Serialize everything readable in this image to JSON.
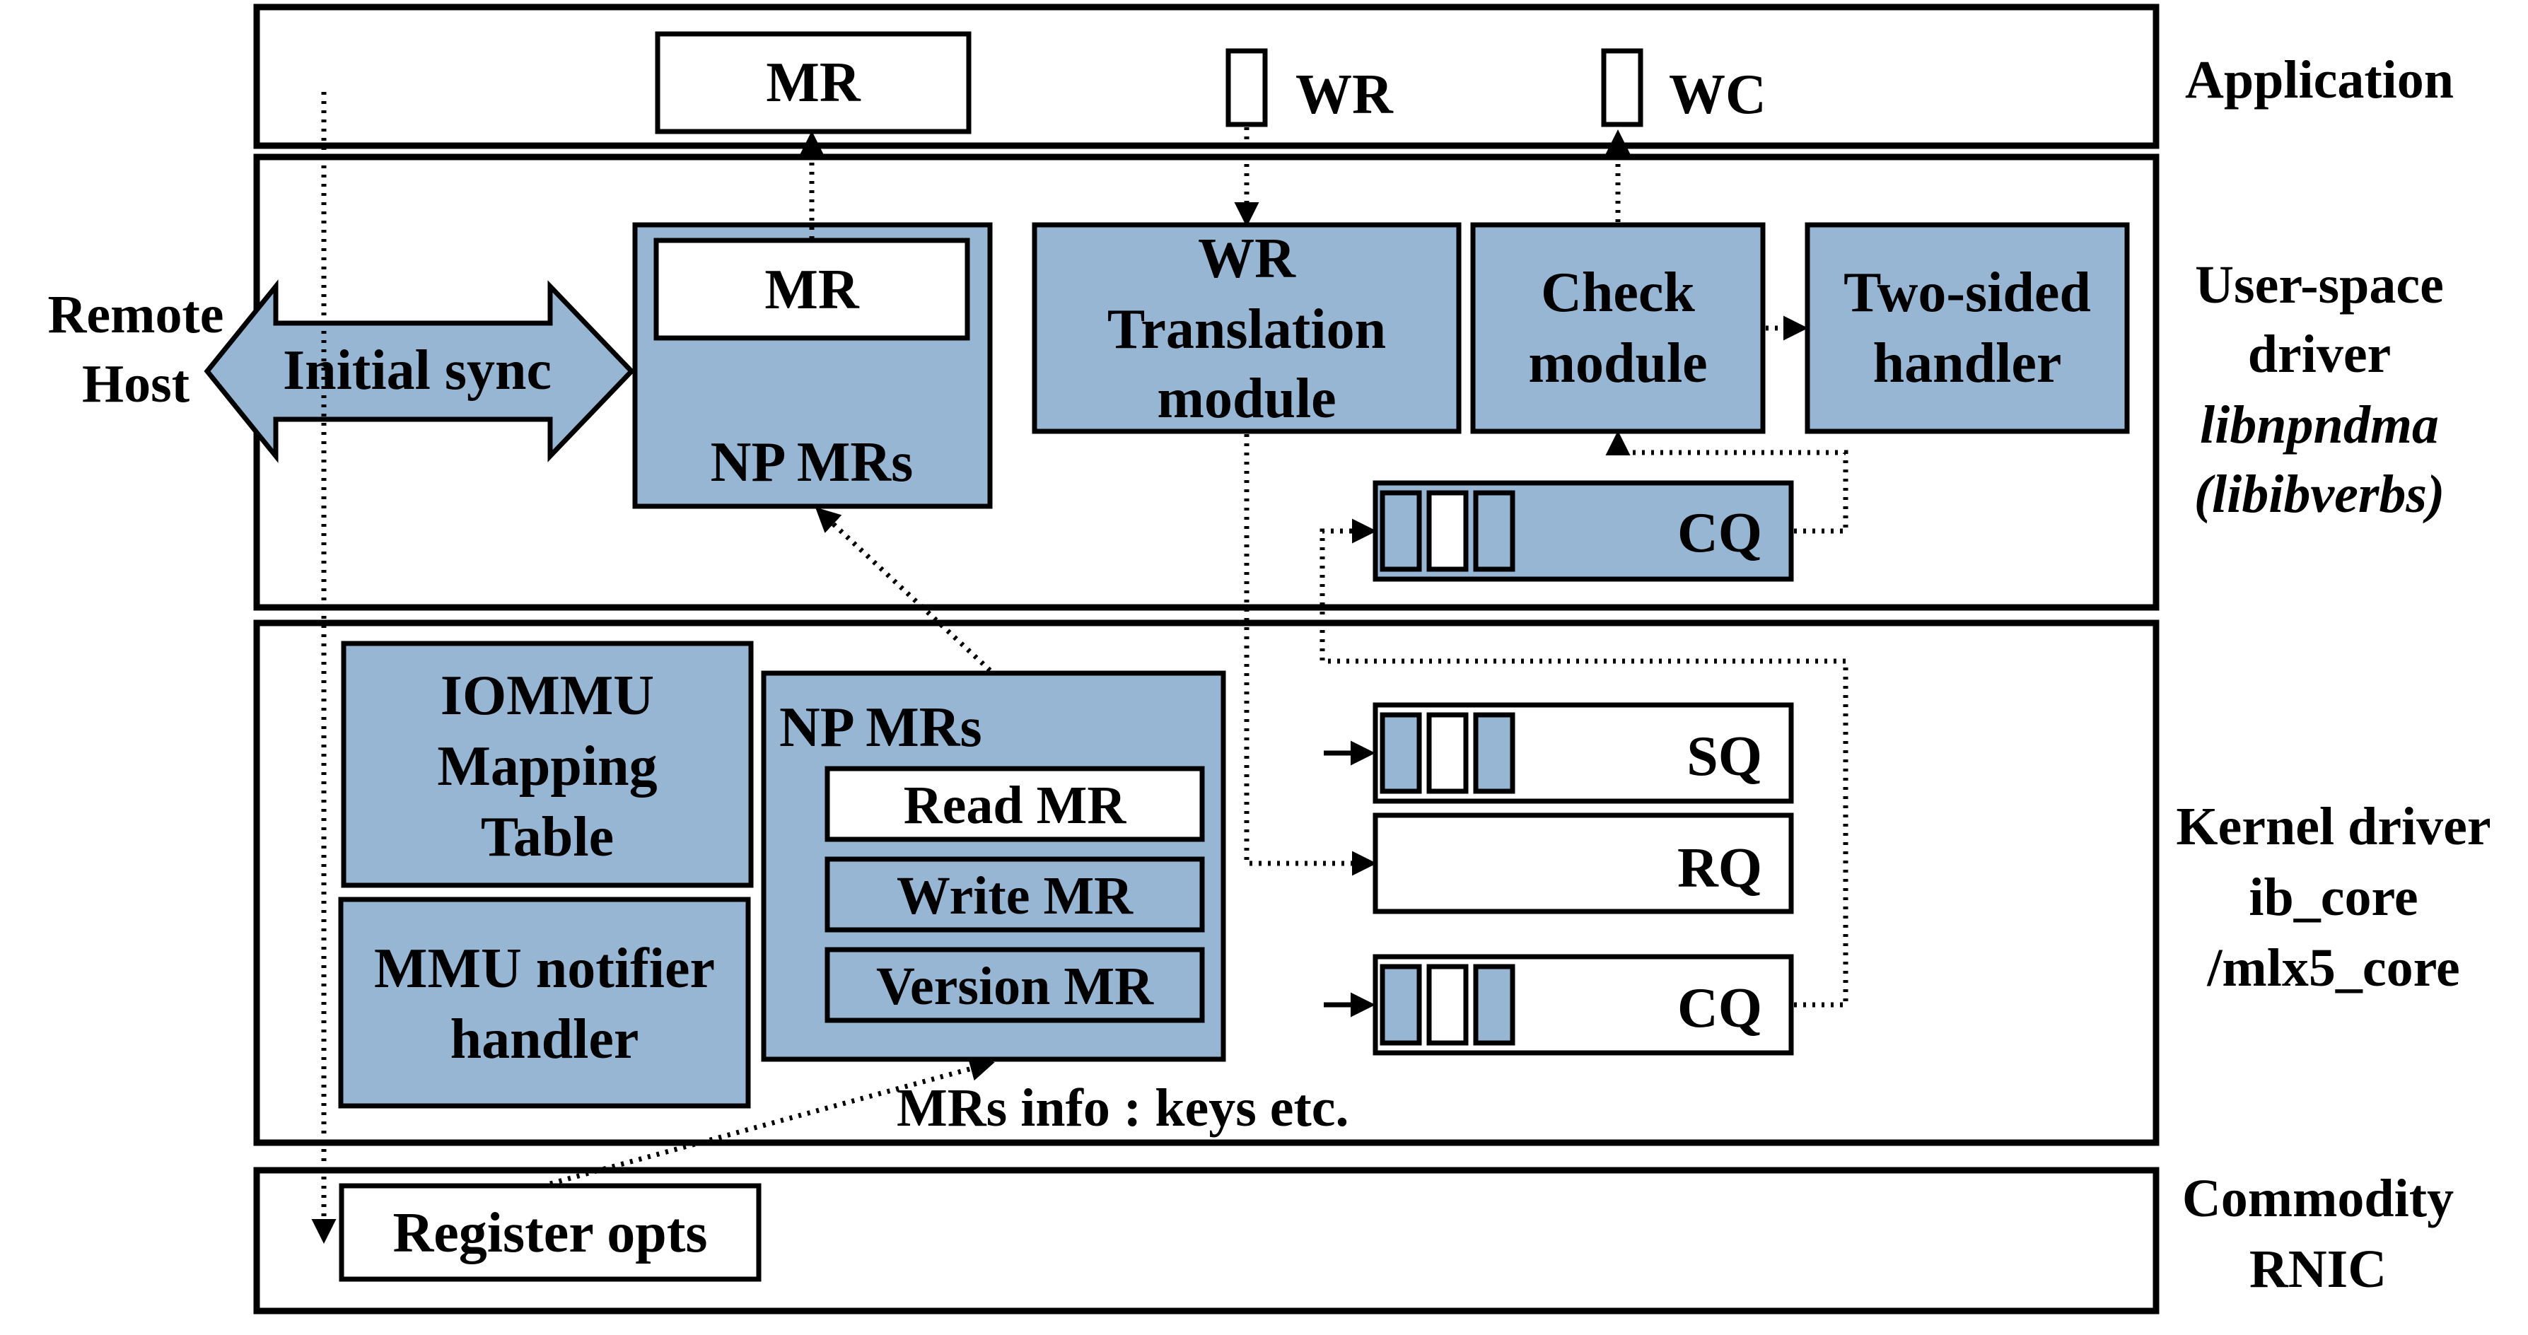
{
  "layers": {
    "application": "Application",
    "user_space": [
      "User-space",
      "driver",
      "libnpndma",
      "(libibverbs)"
    ],
    "kernel": [
      "Kernel driver",
      "ib_core",
      "/mlx5_core"
    ],
    "rnic": [
      "Commodity",
      "RNIC"
    ]
  },
  "application": {
    "mr": "MR",
    "wr": "WR",
    "wc": "WC"
  },
  "remote_host": [
    "Remote",
    "Host"
  ],
  "initial_sync": "Initial sync",
  "user_space": {
    "mr": "MR",
    "np_mrs": "NP MRs",
    "wr_translation": [
      "WR",
      "Translation",
      "module"
    ],
    "check_module": [
      "Check",
      "module"
    ],
    "two_sided_handler": [
      "Two-sided",
      "handler"
    ],
    "cq": "CQ"
  },
  "kernel": {
    "iommu_table": [
      "IOMMU",
      "Mapping",
      "Table"
    ],
    "mmu_notifier": [
      "MMU notifier",
      "handler"
    ],
    "np_mrs": "NP MRs",
    "read_mr": "Read MR",
    "write_mr": "Write MR",
    "version_mr": "Version MR",
    "sq": "SQ",
    "rq": "RQ",
    "cq": "CQ",
    "mrs_info": "MRs info : keys etc."
  },
  "rnic": {
    "register_opts": "Register opts"
  },
  "colors": {
    "box_fill": "#97b6d4",
    "stroke": "#000000"
  }
}
